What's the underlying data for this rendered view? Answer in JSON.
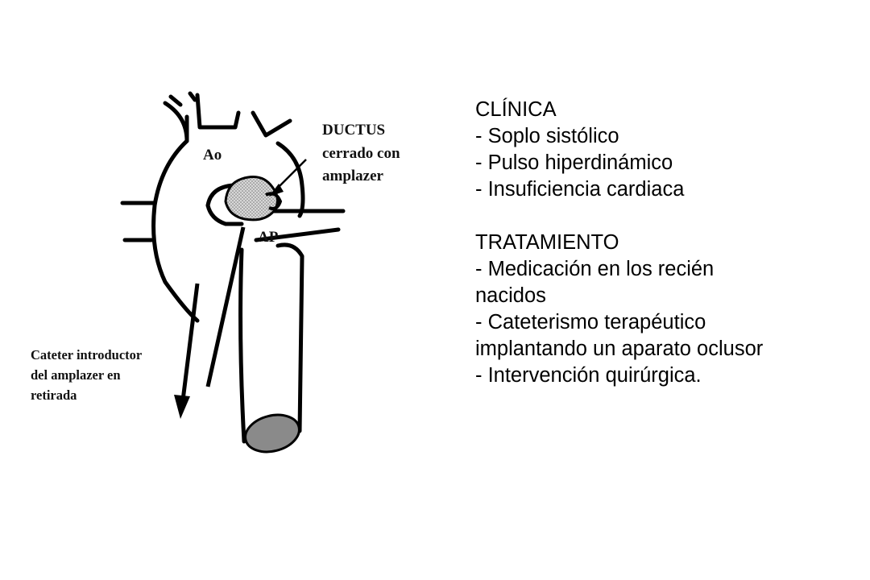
{
  "diagram": {
    "labels": {
      "ao": "Ao",
      "ap": "AP",
      "ductus": [
        "DUCTUS",
        "cerrado con",
        "amplazer"
      ],
      "catheter": [
        "Cateter introductor",
        "del amplazer en",
        "retirada"
      ]
    },
    "colors": {
      "line": "#000000",
      "device_fill": "#cfcfcf",
      "vessel_end": "#8a8a8a"
    }
  },
  "clinica": {
    "heading": "CLÍNICA",
    "items": [
      "- Soplo sistólico",
      "- Pulso hiperdinámico",
      "- Insuficiencia cardiaca"
    ]
  },
  "tratamiento": {
    "heading": "TRATAMIENTO",
    "lines": [
      "- Medicación en los recién",
      "nacidos",
      "- Cateterismo terapéutico",
      "implantando un aparato oclusor",
      "- Intervención quirúrgica."
    ]
  }
}
